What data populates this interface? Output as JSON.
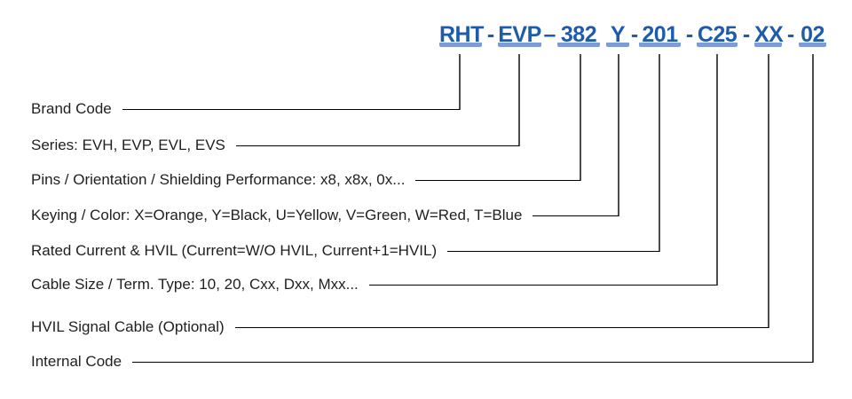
{
  "diagram": {
    "full_code": "RHT - EVP – 382 Y - 201 - C25 - XX - 02",
    "segments": [
      {
        "code": "RHT",
        "label": "Brand Code"
      },
      {
        "code": "EVP",
        "label": "Series: EVH, EVP, EVL, EVS"
      },
      {
        "code": "382",
        "label": "Pins / Orientation / Shielding Performance: x8, x8x, 0x..."
      },
      {
        "code": "Y",
        "label": "Keying / Color: X=Orange, Y=Black, U=Yellow, V=Green, W=Red, T=Blue"
      },
      {
        "code": "201",
        "label": "Rated Current & HVIL (Current=W/O HVIL, Current+1=HVIL)"
      },
      {
        "code": "C25",
        "label": "Cable Size / Term. Type: 10, 20, Cxx, Dxx, Mxx..."
      },
      {
        "code": "XX",
        "label": "HVIL Signal Cable (Optional)"
      },
      {
        "code": "02",
        "label": "Internal Code"
      }
    ],
    "separators": [
      "-",
      "–",
      "-",
      "-",
      "-",
      "-"
    ]
  },
  "colors": {
    "title_blue": "#1e5cab",
    "underline_blue": "#7d9bd4",
    "line_black": "#000000",
    "label_black": "#1f1f1f",
    "bg": "#ffffff"
  }
}
